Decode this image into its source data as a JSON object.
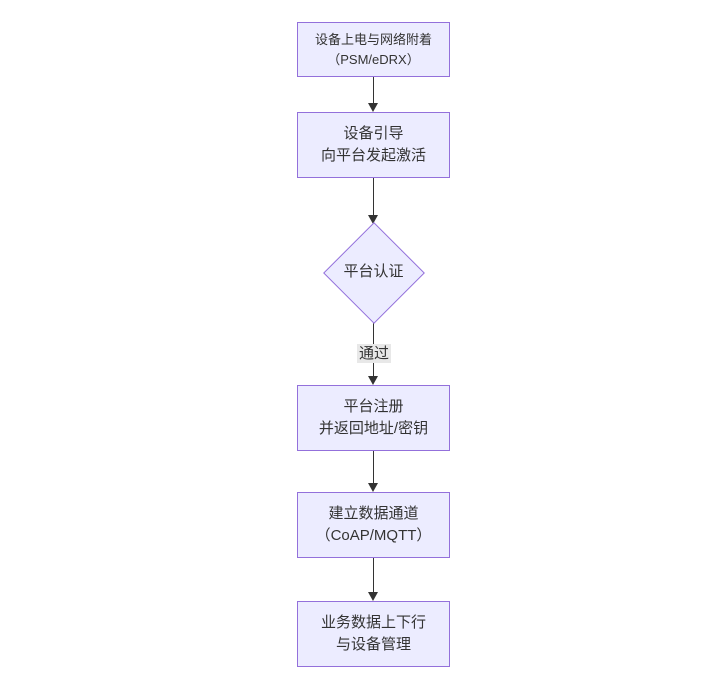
{
  "diagram": {
    "type": "flowchart",
    "direction": "top-down",
    "colors": {
      "background": "#ffffff",
      "node_fill": "#ECECFF",
      "node_border": "#9370DB",
      "line": "#333333",
      "text": "#333333",
      "edge_label_bg": "#e8e8e8"
    },
    "nodes": [
      {
        "id": "power-attach",
        "shape": "rect",
        "line1": "设备上电与网络附着",
        "line2": "（PSM/eDRX）"
      },
      {
        "id": "bootstrap",
        "shape": "rect",
        "line1": "设备引导",
        "line2": "向平台发起激活"
      },
      {
        "id": "platform-auth",
        "shape": "diamond",
        "label": "平台认证"
      },
      {
        "id": "platform-register",
        "shape": "rect",
        "line1": "平台注册",
        "line2": "并返回地址/密钥"
      },
      {
        "id": "data-channel",
        "shape": "rect",
        "line1": "建立数据通道",
        "line2": "（CoAP/MQTT）"
      },
      {
        "id": "business-data",
        "shape": "rect",
        "line1": "业务数据上下行",
        "line2": "与设备管理"
      }
    ],
    "edges": [
      {
        "from": "power-attach",
        "to": "bootstrap",
        "label": ""
      },
      {
        "from": "bootstrap",
        "to": "platform-auth",
        "label": ""
      },
      {
        "from": "platform-auth",
        "to": "platform-register",
        "label": "通过"
      },
      {
        "from": "platform-register",
        "to": "data-channel",
        "label": ""
      },
      {
        "from": "data-channel",
        "to": "business-data",
        "label": ""
      }
    ]
  }
}
